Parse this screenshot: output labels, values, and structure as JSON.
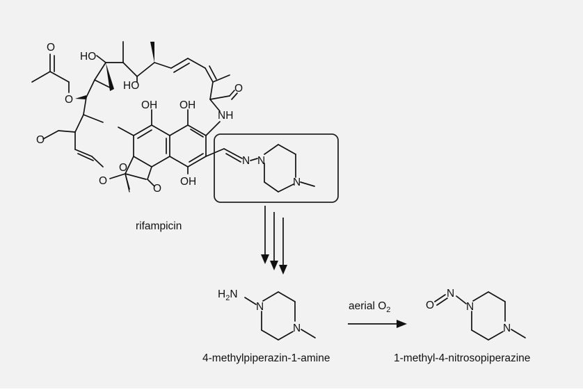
{
  "background": "#f2f2f2",
  "highlight_box_color": "#222222",
  "captions": {
    "rifampicin": "rifampicin",
    "amine": "4-methylpiperazin-1-amine",
    "nitroso": "1-methyl-4-nitrosopiperazine"
  },
  "reaction": {
    "reagent_prefix": "aerial O",
    "reagent_subscript": "2"
  },
  "atoms": {
    "rif_ho_top": "HO",
    "rif_ho_mid": "HO",
    "rif_o_acetyl_carbonyl": "O",
    "rif_o_acetyl_ester": "O",
    "rif_o_methoxy": "O",
    "rif_o_enol_ether": "O",
    "rif_o_furan": "O",
    "rif_o_ketone": "O",
    "rif_oh_1": "OH",
    "rif_oh_2": "OH",
    "rif_oh_3": "OH",
    "rif_o_amide": "O",
    "rif_nh": "NH",
    "rif_n_imine": "N",
    "rif_n_pip1": "N",
    "rif_n_pip4": "N",
    "amine_h": "H",
    "amine_h_sub": "2",
    "amine_n": "N",
    "amine_n_pip1": "N",
    "amine_n_pip4": "N",
    "nitroso_o": "O",
    "nitroso_n": "N",
    "nitroso_n_pip1": "N",
    "nitroso_n_pip4": "N"
  }
}
